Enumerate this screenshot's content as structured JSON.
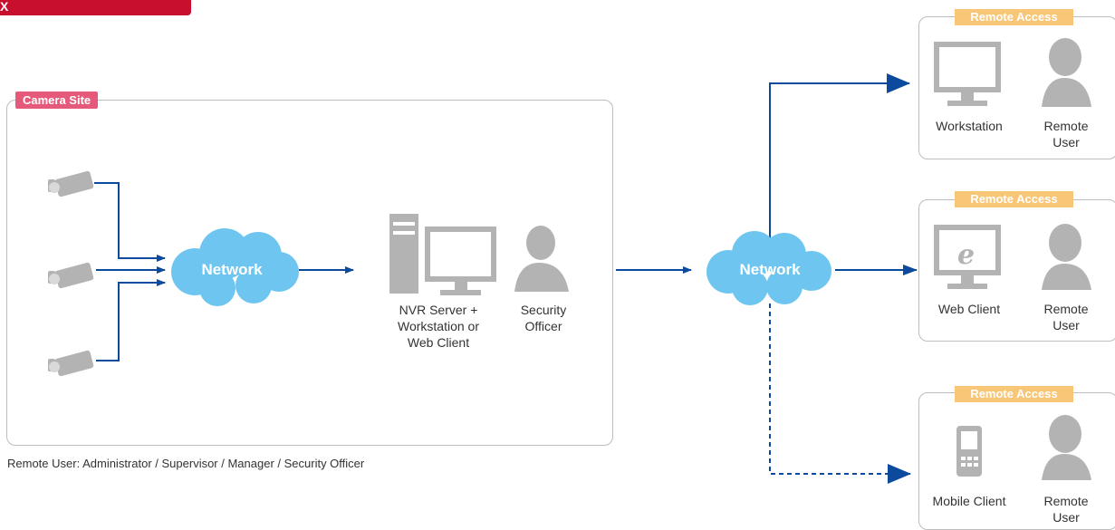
{
  "header": {
    "tab_text": "X"
  },
  "camera_site": {
    "label": "Camera Site",
    "network_label": "Network",
    "nvr_caption": [
      "NVR Server +",
      "Workstation or",
      "Web Client"
    ],
    "officer_caption": [
      "Security",
      "Officer"
    ]
  },
  "middle_network_label": "Network",
  "remote_panels": [
    {
      "label": "Remote Access",
      "device_caption": "Workstation",
      "user_caption": [
        "Remote",
        "User"
      ],
      "device_icon": "monitor-icon"
    },
    {
      "label": "Remote Access",
      "device_caption": "Web Client",
      "user_caption": [
        "Remote",
        "User"
      ],
      "device_icon": "ie-monitor-icon"
    },
    {
      "label": "Remote Access",
      "device_caption": "Mobile Client",
      "user_caption": [
        "Remote",
        "User"
      ],
      "device_icon": "mobile-phone-icon"
    }
  ],
  "footnote": "Remote User: Administrator / Supervisor / Manager / Security Officer",
  "colors": {
    "accent_red": "#c8102e",
    "site_label": "#e55a7b",
    "remote_label": "#f8c677",
    "cloud": "#6ec6f0",
    "wire": "#0b4a9c",
    "icon_gray": "#b3b3b3"
  }
}
